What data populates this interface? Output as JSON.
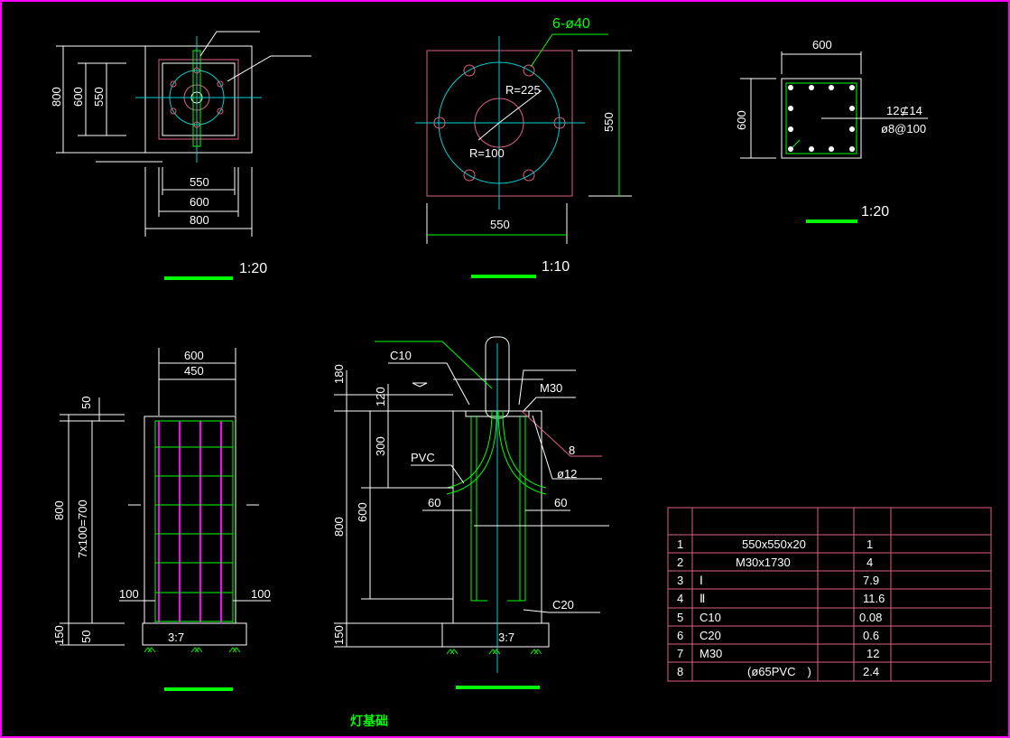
{
  "colors": {
    "background": "#000000",
    "frame": "#ff00ff",
    "line": "#ffffff",
    "accent": "#00ff00",
    "cyan": "#00d0d0",
    "red": "#e06080"
  },
  "plan_view": {
    "dims_left": [
      "800",
      "600",
      "550"
    ],
    "dims_bottom": [
      "550",
      "600",
      "800"
    ],
    "scale": "1:20"
  },
  "base_plate": {
    "hole_label": "6-ø40",
    "radius_outer": "R=225",
    "radius_inner": "R=100",
    "dim_bottom": "550",
    "dim_right": "550",
    "scale": "1:10"
  },
  "column_section": {
    "dim_top": "600",
    "dim_left": "600",
    "rebar_main": "12⊈14",
    "stirrup": "ø8@100",
    "scale": "1:20"
  },
  "rebar_elevation": {
    "dim_top_outer": "600",
    "dim_top_inner": "450",
    "dims_left": [
      "50",
      "800",
      "7x100=700",
      "150",
      "50"
    ],
    "side_left": "100",
    "side_right": "100",
    "base_label": "3:7"
  },
  "section_elevation": {
    "labels": [
      "C10",
      "M30",
      "PVC",
      "8",
      "ø12",
      "60",
      "60",
      "C20",
      "3:7"
    ],
    "dims_left": [
      "180",
      "120",
      "300",
      "800",
      "600",
      "150"
    ]
  },
  "table": {
    "rows": [
      {
        "no": "1",
        "spec": "550x550x20",
        "qty": "1"
      },
      {
        "no": "2",
        "spec": "M30x1730",
        "qty": "4"
      },
      {
        "no": "3",
        "spec": "Ⅰ",
        "qty": "7.9"
      },
      {
        "no": "4",
        "spec": "Ⅱ",
        "qty": "11.6"
      },
      {
        "no": "5",
        "spec": "C10",
        "qty": "0.08"
      },
      {
        "no": "6",
        "spec": "C20",
        "qty": "0.6"
      },
      {
        "no": "7",
        "spec": "M30",
        "qty": "12"
      },
      {
        "no": "8",
        "spec": "(ø65PVC　)",
        "qty": "2.4"
      }
    ]
  },
  "title": "灯基础"
}
